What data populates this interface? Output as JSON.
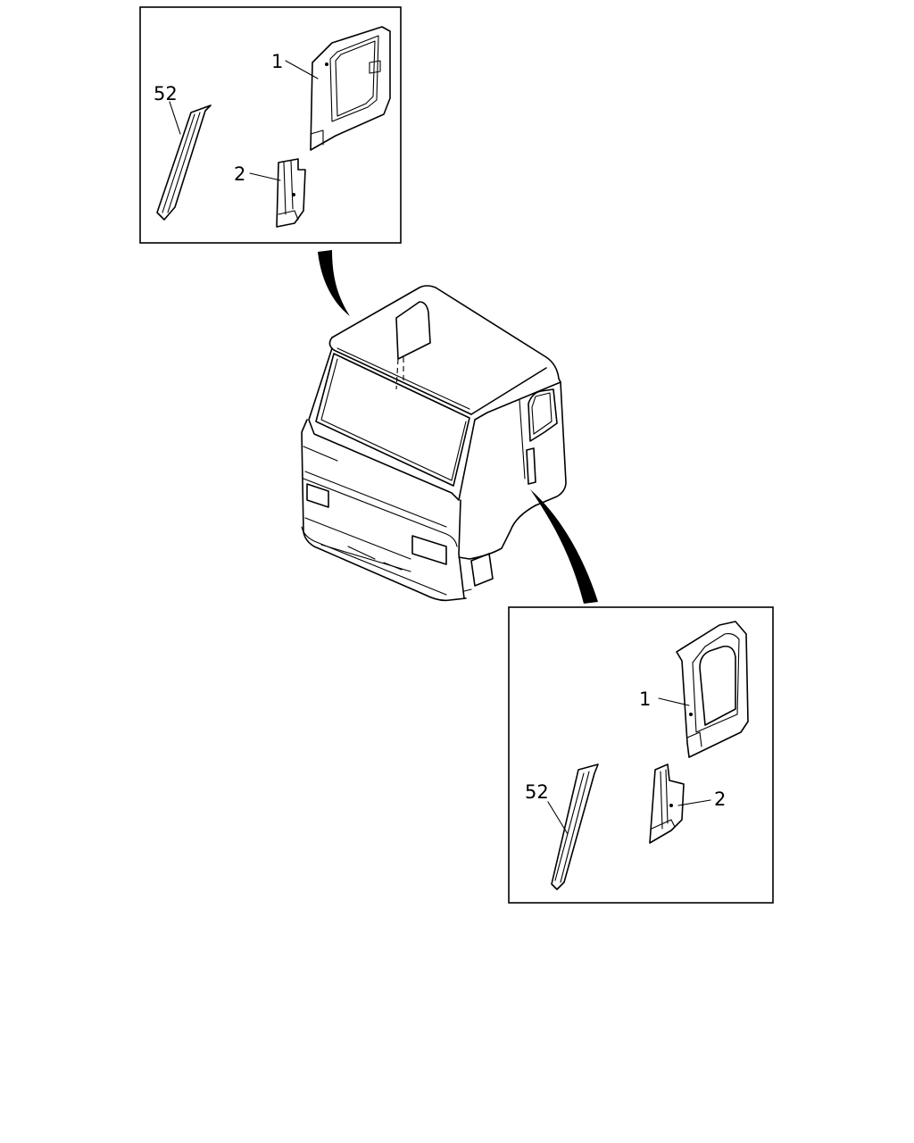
{
  "callouts": {
    "top_inset": {
      "part_1": "1",
      "part_2": "2",
      "part_52": "52"
    },
    "bottom_inset": {
      "part_1": "1",
      "part_2": "2",
      "part_52": "52"
    }
  }
}
